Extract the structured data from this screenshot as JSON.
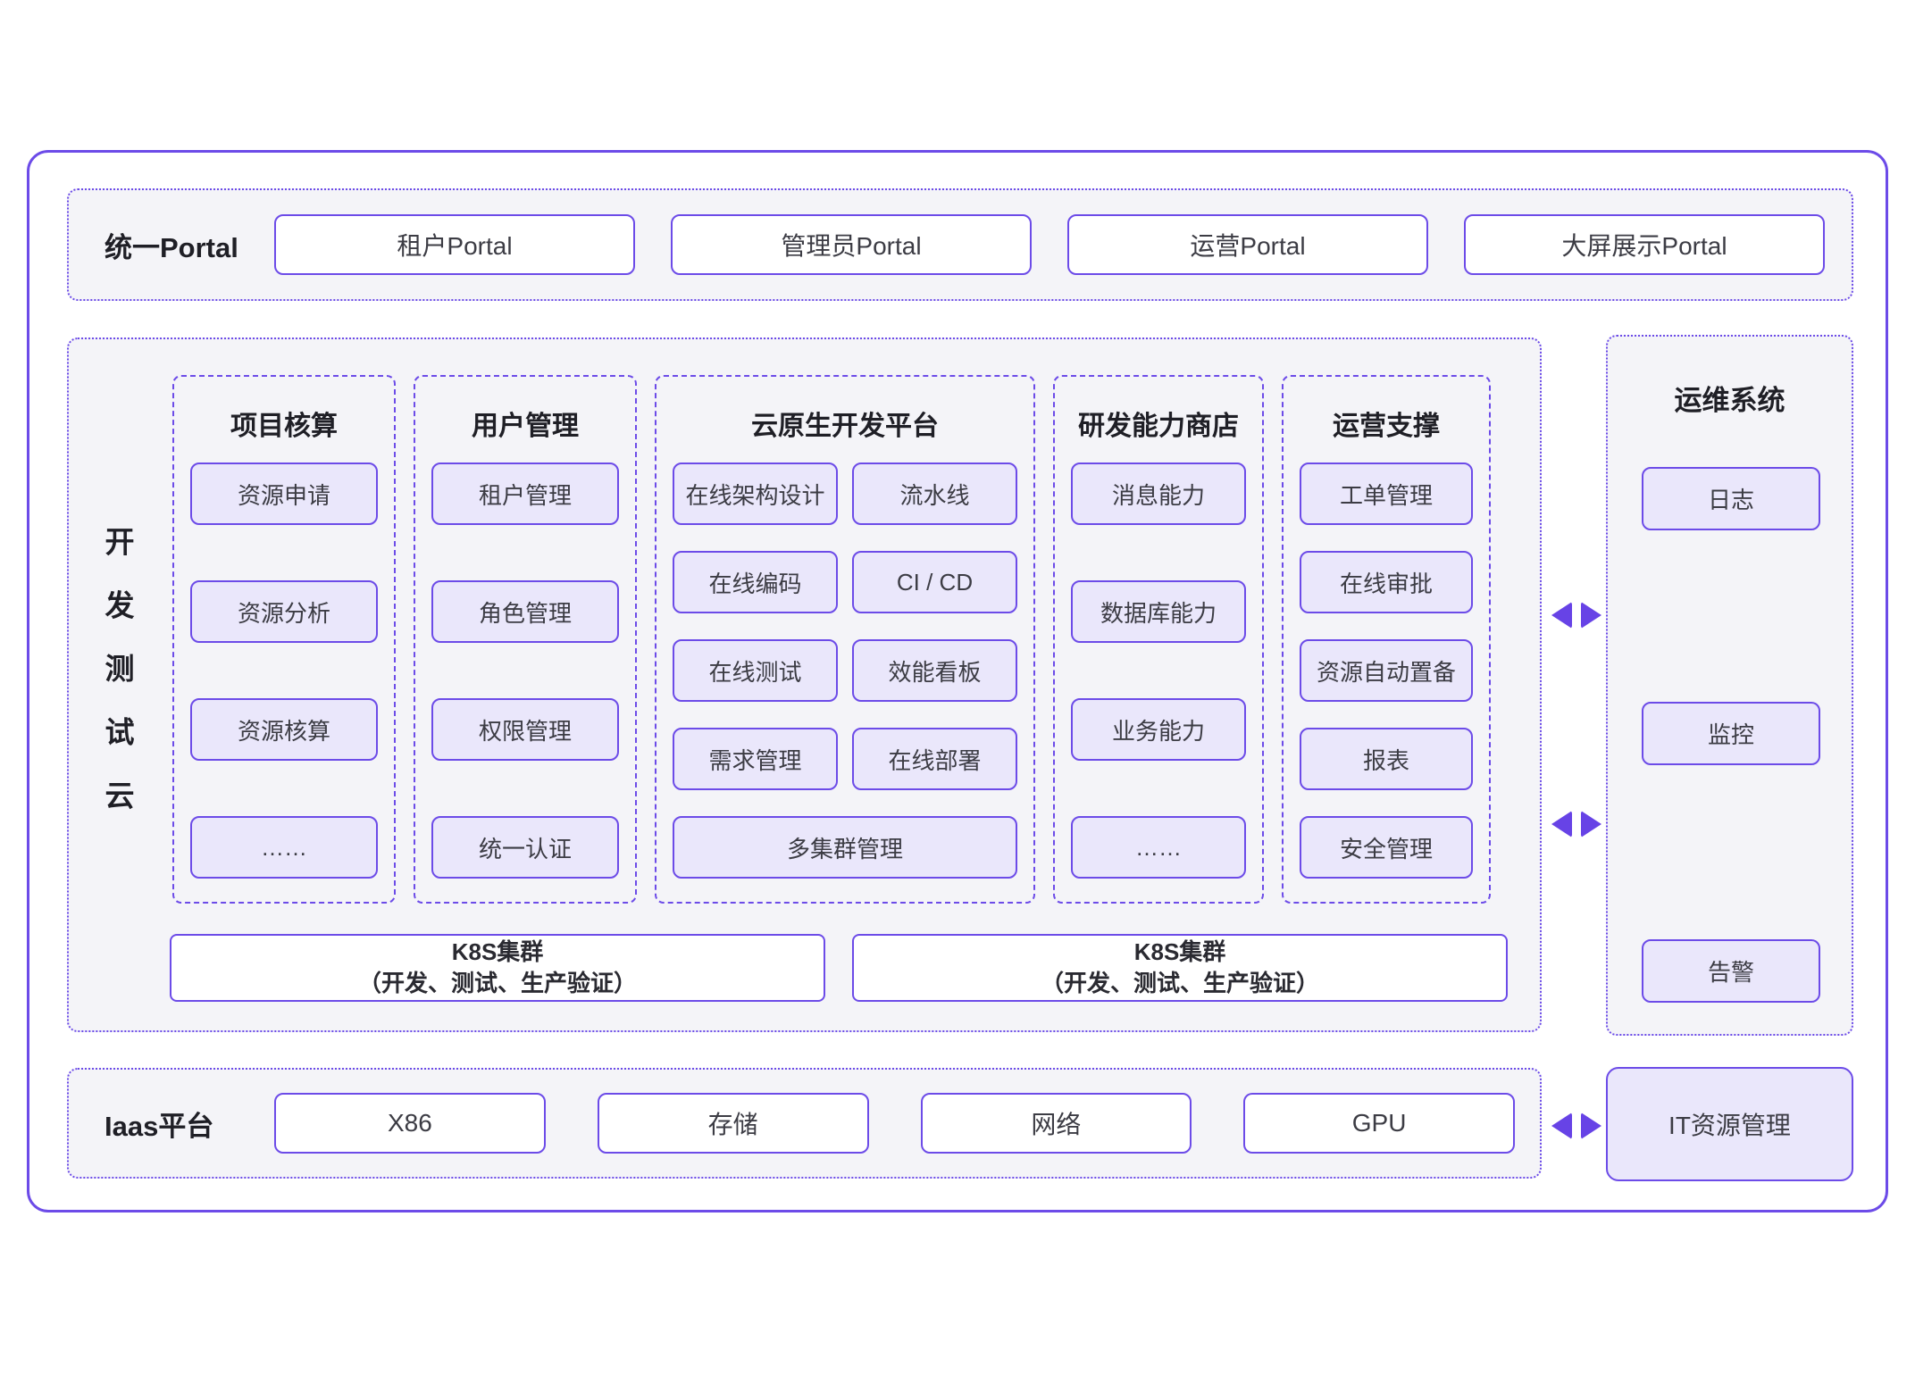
{
  "colors": {
    "accent": "#6C4BE8",
    "arrow": "#6743E6",
    "node_fill": "#EAE7FB",
    "section_bg": "#F4F4F8"
  },
  "portal": {
    "label": "统一Portal",
    "items": [
      "租户Portal",
      "管理员Portal",
      "运营Portal",
      "大屏展示Portal"
    ]
  },
  "dev_cloud": {
    "vertical_label": "开发测试云",
    "columns": [
      {
        "title": "项目核算",
        "items": [
          "资源申请",
          "资源分析",
          "资源核算",
          "……"
        ]
      },
      {
        "title": "用户管理",
        "items": [
          "租户管理",
          "角色管理",
          "权限管理",
          "统一认证"
        ]
      },
      {
        "title": "云原生开发平台",
        "rows": [
          [
            "在线架构设计",
            "流水线"
          ],
          [
            "在线编码",
            "CI / CD"
          ],
          [
            "在线测试",
            "效能看板"
          ],
          [
            "需求管理",
            "在线部署"
          ]
        ],
        "full_row": "多集群管理"
      },
      {
        "title": "研发能力商店",
        "items": [
          "消息能力",
          "数据库能力",
          "业务能力",
          "……"
        ]
      },
      {
        "title": "运营支撑",
        "items": [
          "工单管理",
          "在线审批",
          "资源自动置备",
          "报表",
          "安全管理"
        ]
      }
    ],
    "k8s": [
      {
        "line1": "K8S集群",
        "line2": "（开发、测试、生产验证）"
      },
      {
        "line1": "K8S集群",
        "line2": "（开发、测试、生产验证）"
      }
    ]
  },
  "ops": {
    "title": "运维系统",
    "items": [
      "日志",
      "监控",
      "告警"
    ]
  },
  "iaas": {
    "label": "Iaas平台",
    "items": [
      "X86",
      "存储",
      "网络",
      "GPU"
    ],
    "it_label": "IT资源管理"
  }
}
